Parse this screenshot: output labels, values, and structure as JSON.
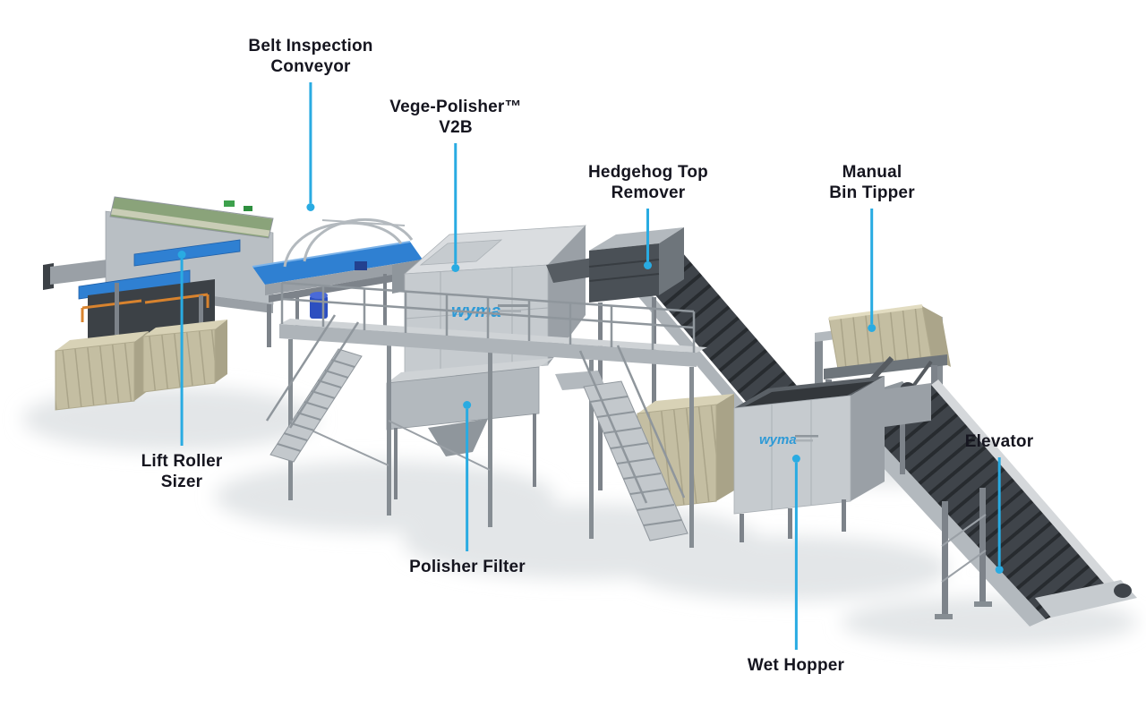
{
  "diagram": {
    "type": "annotated-equipment-diagram",
    "accent_color": "#29abe2",
    "label_color": "#15151f",
    "background": "#ffffff",
    "brand": "wyma",
    "labels": [
      {
        "id": "belt-inspection-conveyor",
        "text": "Belt Inspection\nConveyor",
        "placement": "above"
      },
      {
        "id": "vege-polisher-v2b",
        "text": "Vege-Polisher™\nV2B",
        "placement": "above"
      },
      {
        "id": "hedgehog-top-remover",
        "text": "Hedgehog Top\nRemover",
        "placement": "above"
      },
      {
        "id": "manual-bin-tipper",
        "text": "Manual\nBin Tipper",
        "placement": "above"
      },
      {
        "id": "lift-roller-sizer",
        "text": "Lift Roller\nSizer",
        "placement": "below"
      },
      {
        "id": "polisher-filter",
        "text": "Polisher Filter",
        "placement": "below"
      },
      {
        "id": "wet-hopper",
        "text": "Wet Hopper",
        "placement": "below"
      },
      {
        "id": "elevator",
        "text": "Elevator",
        "placement": "above"
      }
    ]
  }
}
